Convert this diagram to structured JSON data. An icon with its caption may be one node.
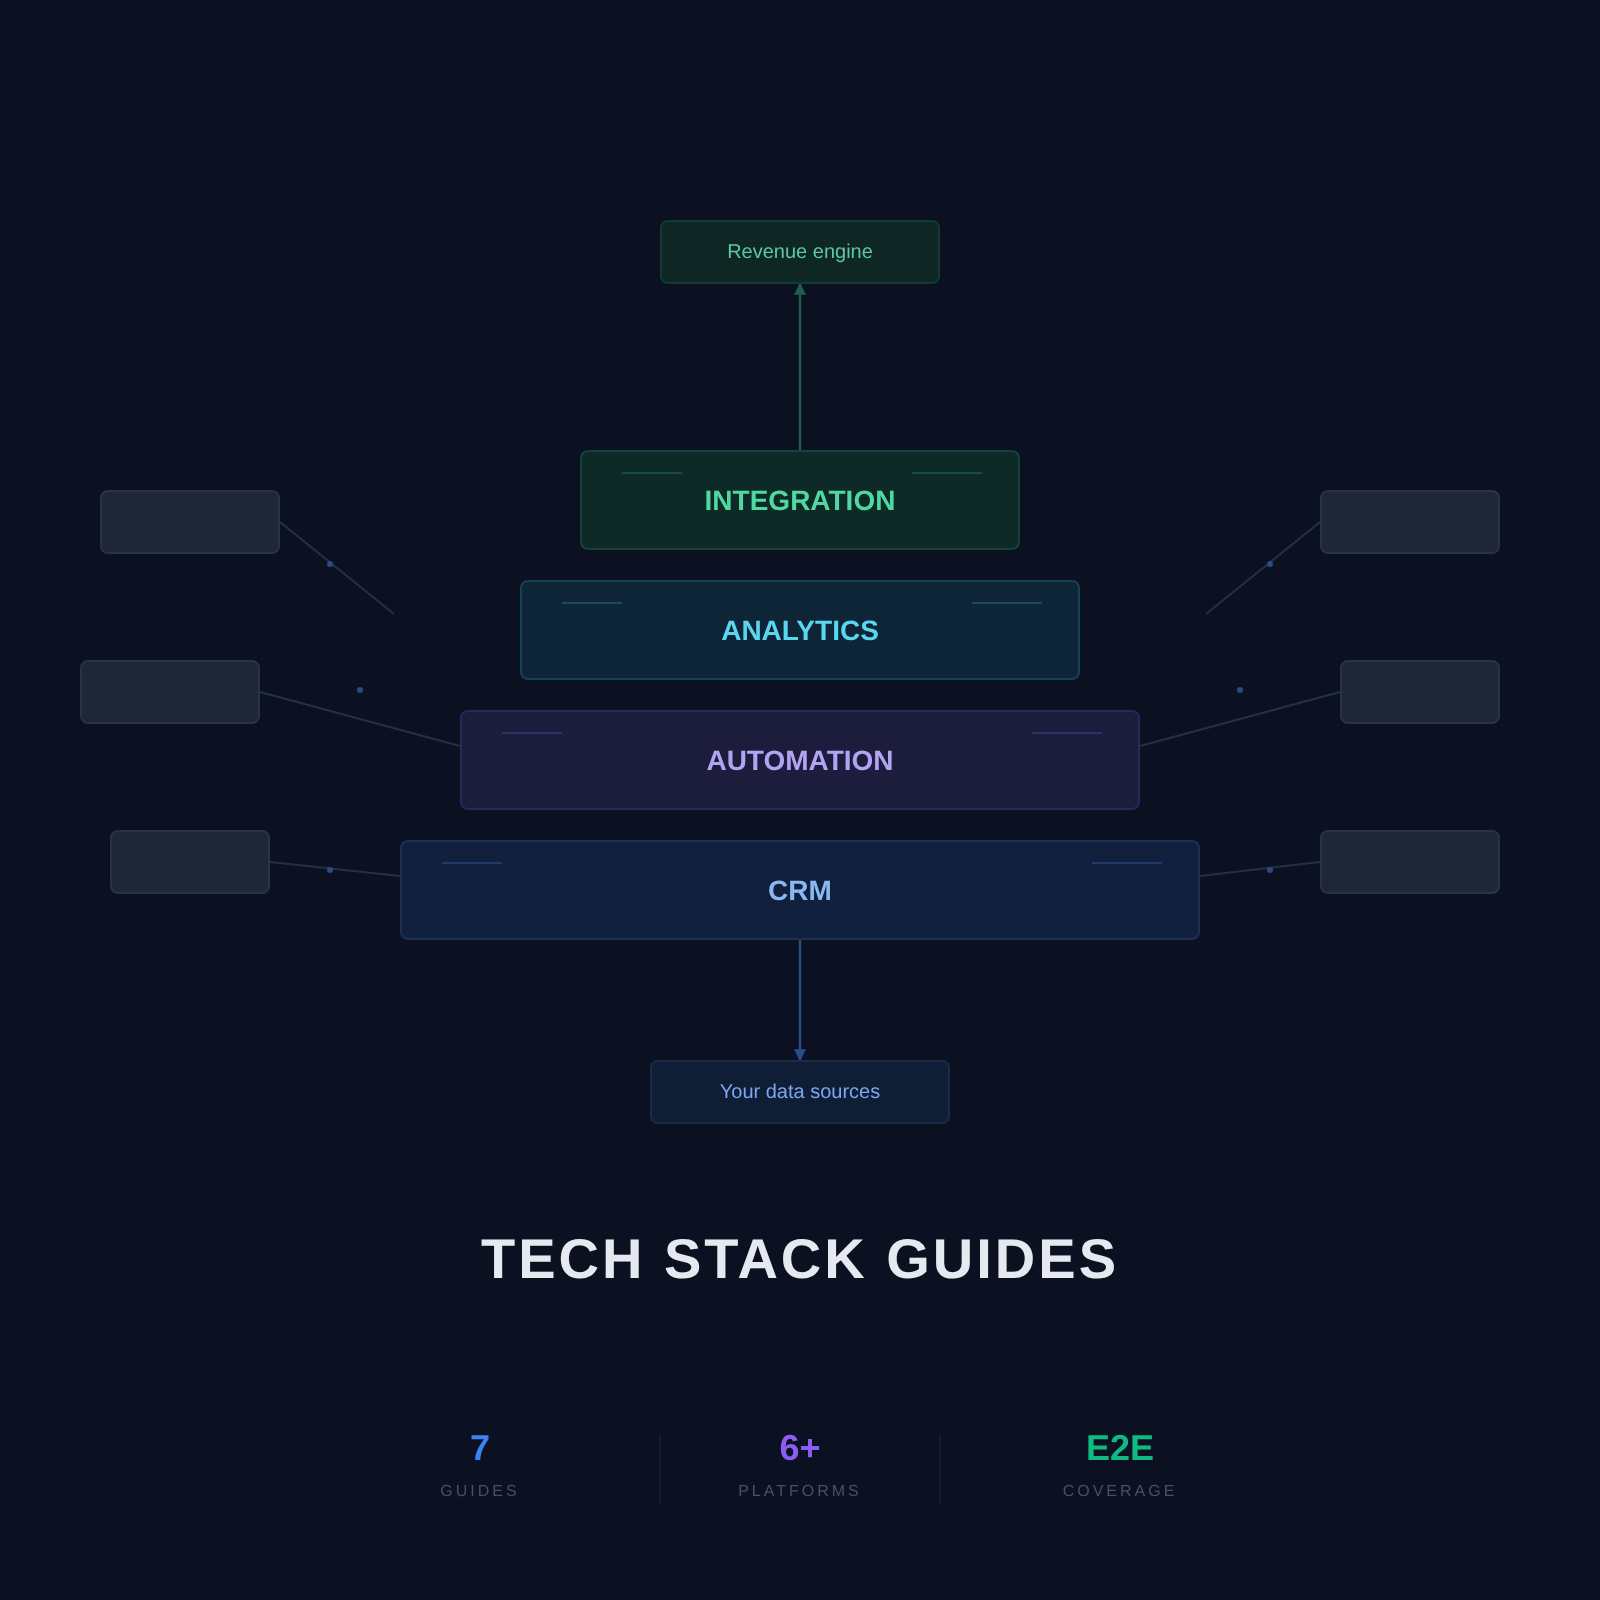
{
  "diagram": {
    "title": "TECH STACK GUIDES",
    "nodes": [
      {
        "text": [
          "Revenue engine"
        ]
      },
      {
        "text": [
          "INTEGRATION"
        ]
      },
      {
        "text": [
          "ANALYTICS"
        ]
      },
      {
        "text": [
          "AUTOMATION"
        ]
      },
      {
        "text": [
          "CRM"
        ]
      },
      {
        "text": [
          "Your data sources"
        ]
      },
      {
        "text": [],
        "shape": "box"
      },
      {
        "text": [],
        "shape": "box"
      },
      {
        "text": [],
        "shape": "box"
      },
      {
        "text": [],
        "shape": "box"
      },
      {
        "text": [],
        "shape": "box"
      },
      {
        "text": [],
        "shape": "box"
      }
    ],
    "edges": [
      {
        "from": 1,
        "to": 0,
        "arrow": "to",
        "color": "#1d5e4c"
      },
      {
        "from": 4,
        "to": 5,
        "arrow": "to",
        "color": "#2a4c8c"
      },
      {
        "from": 6,
        "to": null,
        "arrow": "none"
      },
      {
        "from": 7,
        "to": 3,
        "arrow": "none"
      },
      {
        "from": 8,
        "to": 4,
        "arrow": "none"
      },
      {
        "from": 9,
        "to": null,
        "arrow": "none"
      },
      {
        "from": 10,
        "to": 3,
        "arrow": "none"
      },
      {
        "from": 11,
        "to": 4,
        "arrow": "none"
      }
    ],
    "labels": [
      "7",
      "GUIDES",
      "6+",
      "PLATFORMS",
      "E2E",
      "COVERAGE"
    ]
  }
}
